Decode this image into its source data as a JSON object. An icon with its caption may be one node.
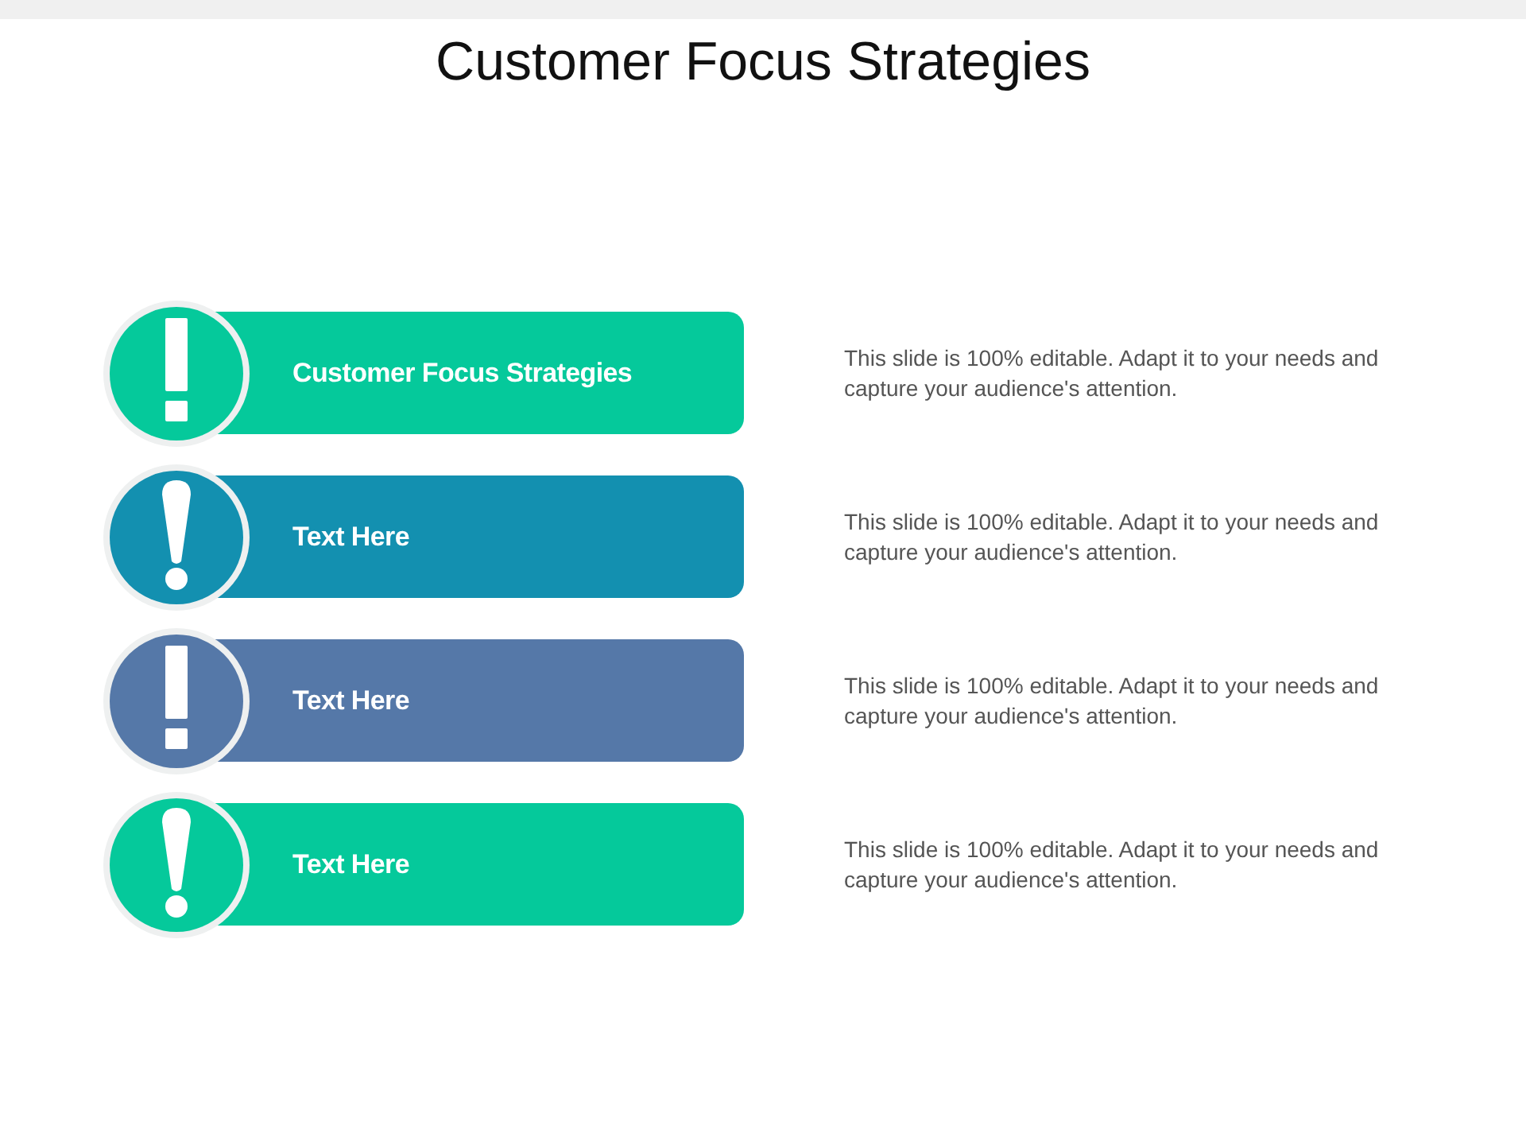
{
  "diagram": {
    "title": "Customer Focus Strategies",
    "nodes": [
      {
        "text": [
          "Customer Focus Strategies"
        ]
      },
      {
        "text": [
          "Text Here"
        ]
      },
      {
        "text": [
          "Text Here"
        ]
      },
      {
        "text": [
          "Text Here"
        ]
      }
    ],
    "labels": [
      "This slide is 100% editable. Adapt it to your needs and capture your audience's attention.",
      "This slide is 100% editable. Adapt it to your needs and capture your audience's attention.",
      "This slide is 100% editable. Adapt it to your needs and capture your audience's attention.",
      "This slide is 100% editable. Adapt it to your needs and capture your audience's attention."
    ]
  }
}
